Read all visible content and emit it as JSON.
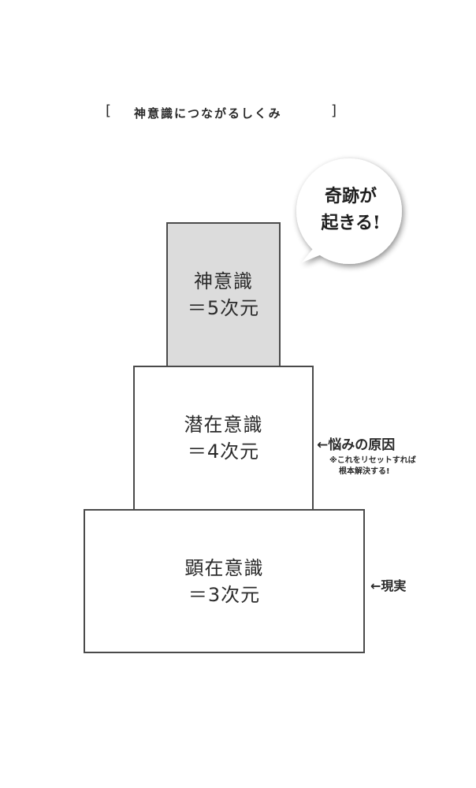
{
  "title": {
    "bracket_left": "[",
    "text": "神意識につながるしくみ",
    "bracket_right": "]"
  },
  "speech_bubble": {
    "line1": "奇跡が",
    "line2": "起きる!"
  },
  "layers": [
    {
      "name": "神意識",
      "dimension": "＝5次元",
      "fill": "#dcdcdc"
    },
    {
      "name": "潜在意識",
      "dimension": "＝4次元",
      "fill": "#ffffff"
    },
    {
      "name": "顕在意識",
      "dimension": "＝3次元",
      "fill": "#ffffff"
    }
  ],
  "annotations": {
    "worry": "←悩みの原因",
    "worry_note_line1": "※これをリセットすれば",
    "worry_note_line2": "根本解決する!",
    "reality": "←現実"
  },
  "colors": {
    "border": "#4a4a4a",
    "top_fill": "#dcdcdc",
    "text": "#2a2a2a"
  }
}
